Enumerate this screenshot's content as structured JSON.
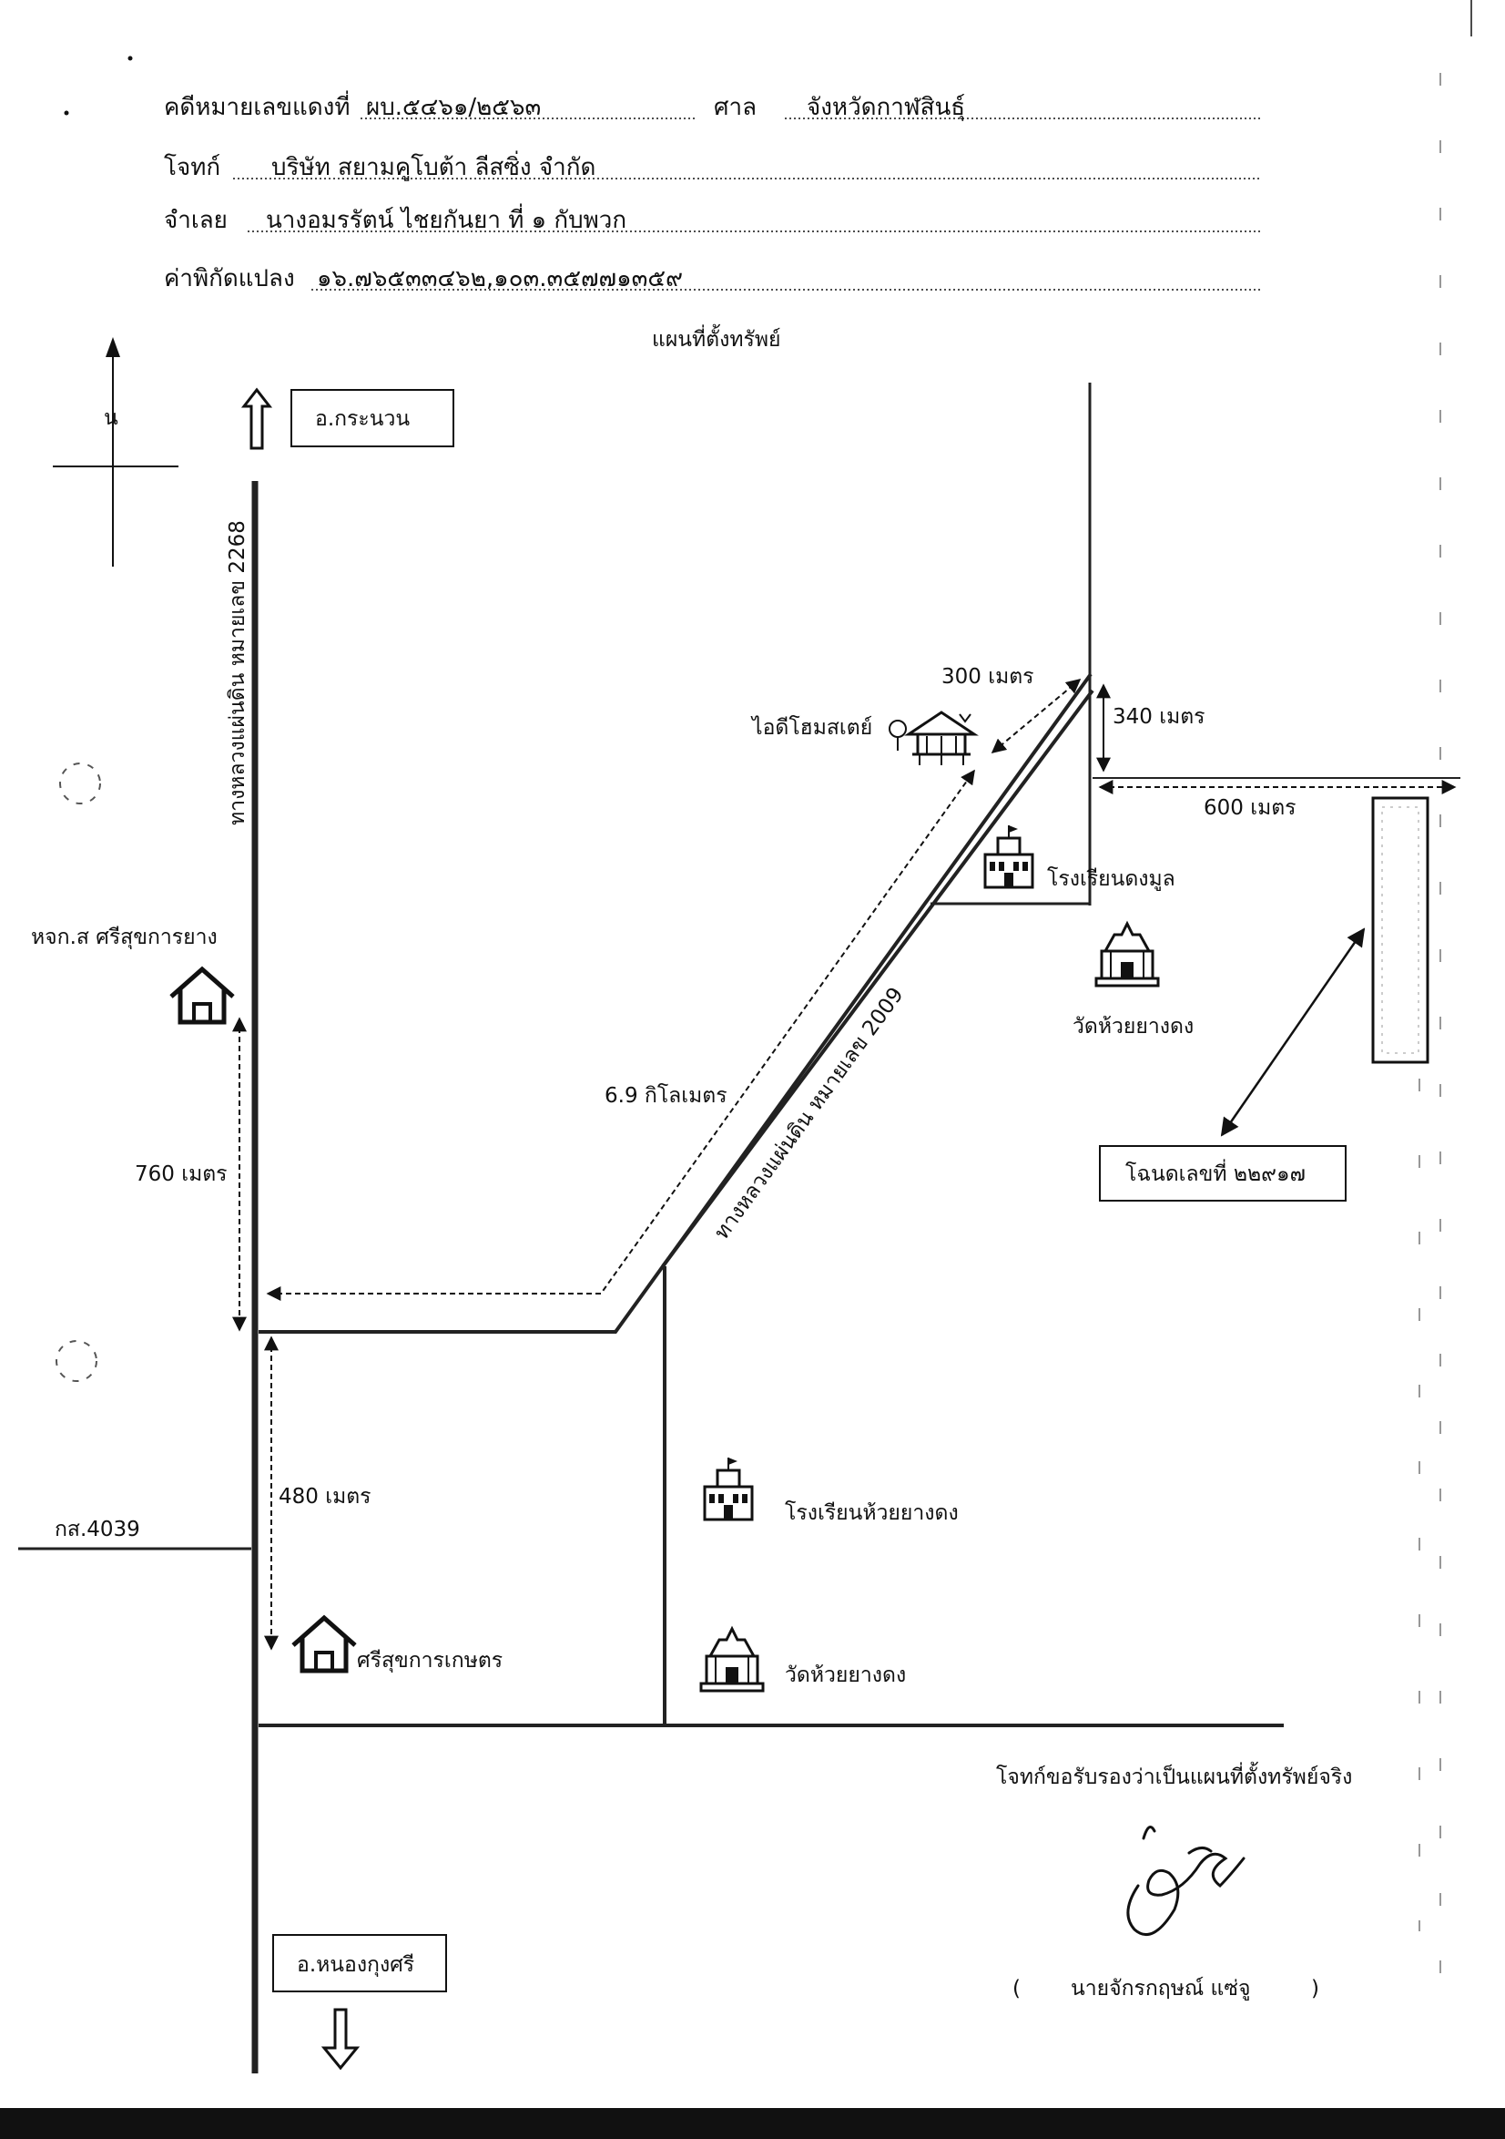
{
  "header": {
    "case_label": "คดีหมายเลขแดงที่",
    "case_value": "ผบ.๕๔๖๑/๒๕๖๓",
    "court_label": "ศาล",
    "court_value": "จังหวัดกาฬสินธุ์",
    "plaintiff_label": "โจทก์",
    "plaintiff_value": "บริษัท สยามคูโบต้า ลีสซิ่ง  จำกัด",
    "defendant_label": "จำเลย",
    "defendant_value": "นางอมรรัตน์ ไชยกันยา ที่ ๑ กับพวก",
    "coord_label": "ค่าพิกัดแปลง",
    "coord_value": "๑๖.๗๖๕๓๓๔๖๒,๑๐๓.๓๕๗๗๑๓๕๙"
  },
  "map": {
    "title": "แผนที่ตั้งทรัพย์",
    "compass_letter": "น",
    "north_district": "อ.กระนวน",
    "south_district": "อ.หนองกุงศรี",
    "highway_2268": "ทางหลวงแผ่นดิน หมายเลข 2268",
    "highway_2009": "ทางหลวงแผ่นดิน หมายเลข 2009",
    "road_4039": "กส.4039",
    "dist_300": "300 เมตร",
    "dist_340": "340 เมตร",
    "dist_600": "600 เมตร",
    "dist_6_9": "6.9 กิโลเมตร",
    "dist_760": "760 เมตร",
    "dist_480": "480 เมตร",
    "homestay": "ไอดีโฮมสเตย์",
    "school_dongmun": "โรงเรียนดงมูล",
    "temple_upper": "วัดห้วยยางดง",
    "store_yang": "หจก.ส ศรีสุขการยาง",
    "deed": "โฉนดเลขที่ ๒๒๙๑๗",
    "school_huai": "โรงเรียนห้วยยางดง",
    "temple_lower": "วัดห้วยยางดง",
    "store_kaset": "ศรีสุขการเกษตร"
  },
  "footer": {
    "certify": "โจทก์ขอรับรองว่าเป็นแผนที่ตั้งทรัพย์จริง",
    "paren_open": "(",
    "signer": "นายจักรกฤษณ์ แซ่จู",
    "paren_close": ")"
  }
}
